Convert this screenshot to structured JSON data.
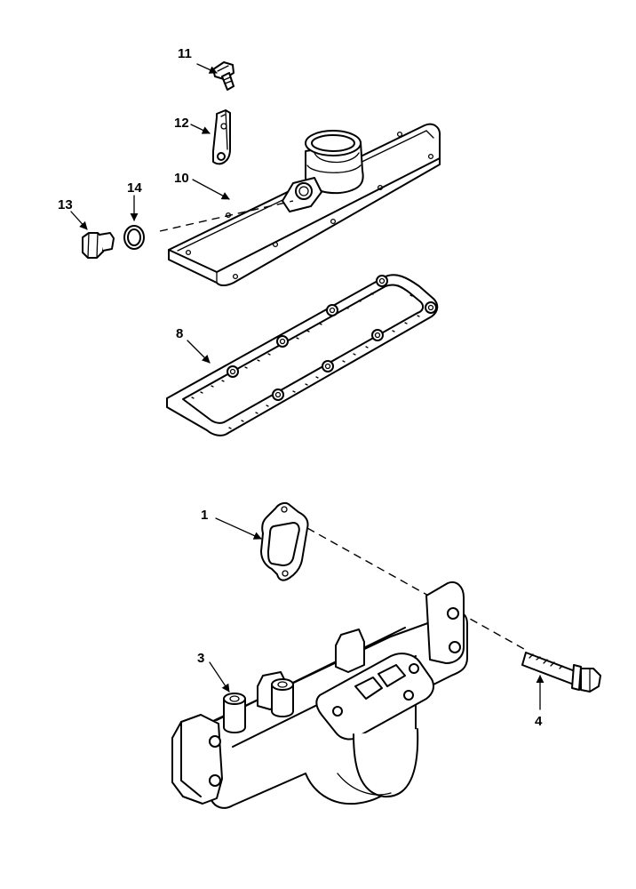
{
  "callouts": {
    "c1": "1",
    "c3": "3",
    "c4": "4",
    "c8": "8",
    "c10": "10",
    "c11": "11",
    "c12": "12",
    "c13": "13",
    "c14": "14"
  }
}
